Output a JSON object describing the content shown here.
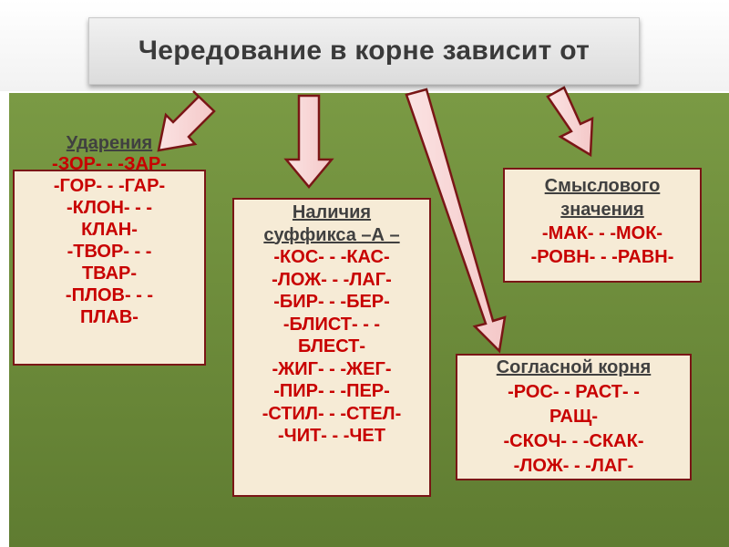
{
  "title": "Чередование в корне зависит от",
  "boxes": {
    "stress": {
      "heading": "Ударения",
      "items": [
        "-ЗОР- - -ЗАР-",
        "-ГОР- - -ГАР-",
        "-КЛОН- - -",
        "КЛАН-",
        "-ТВОР- - -",
        "ТВАР-",
        "-ПЛОВ- - -",
        "ПЛАВ-"
      ]
    },
    "suffix": {
      "heading": [
        "Наличия",
        "суффикса –А –"
      ],
      "items": [
        "-КОС- - -КАС-",
        "-ЛОЖ- - -ЛАГ-",
        "-БИР- - -БЕР-",
        "-БЛИСТ- - -",
        "БЛЕСТ-",
        "-ЖИГ- - -ЖЕГ-",
        "-ПИР- - -ПЕР-",
        "-СТИЛ- - -СТЕЛ-",
        "-ЧИТ- - -ЧЕТ"
      ]
    },
    "meaning": {
      "heading": [
        "Смыслового",
        "значения"
      ],
      "items": [
        "-МАК- - -МОК-",
        "-РОВН- - -РАВН-"
      ]
    },
    "consonant": {
      "heading": "Согласной корня",
      "items": [
        "-РОС- - РАСТ- -",
        "РАЩ-",
        "-СКОЧ- - -СКАК-",
        "-ЛОЖ- - -ЛАГ-"
      ]
    }
  }
}
